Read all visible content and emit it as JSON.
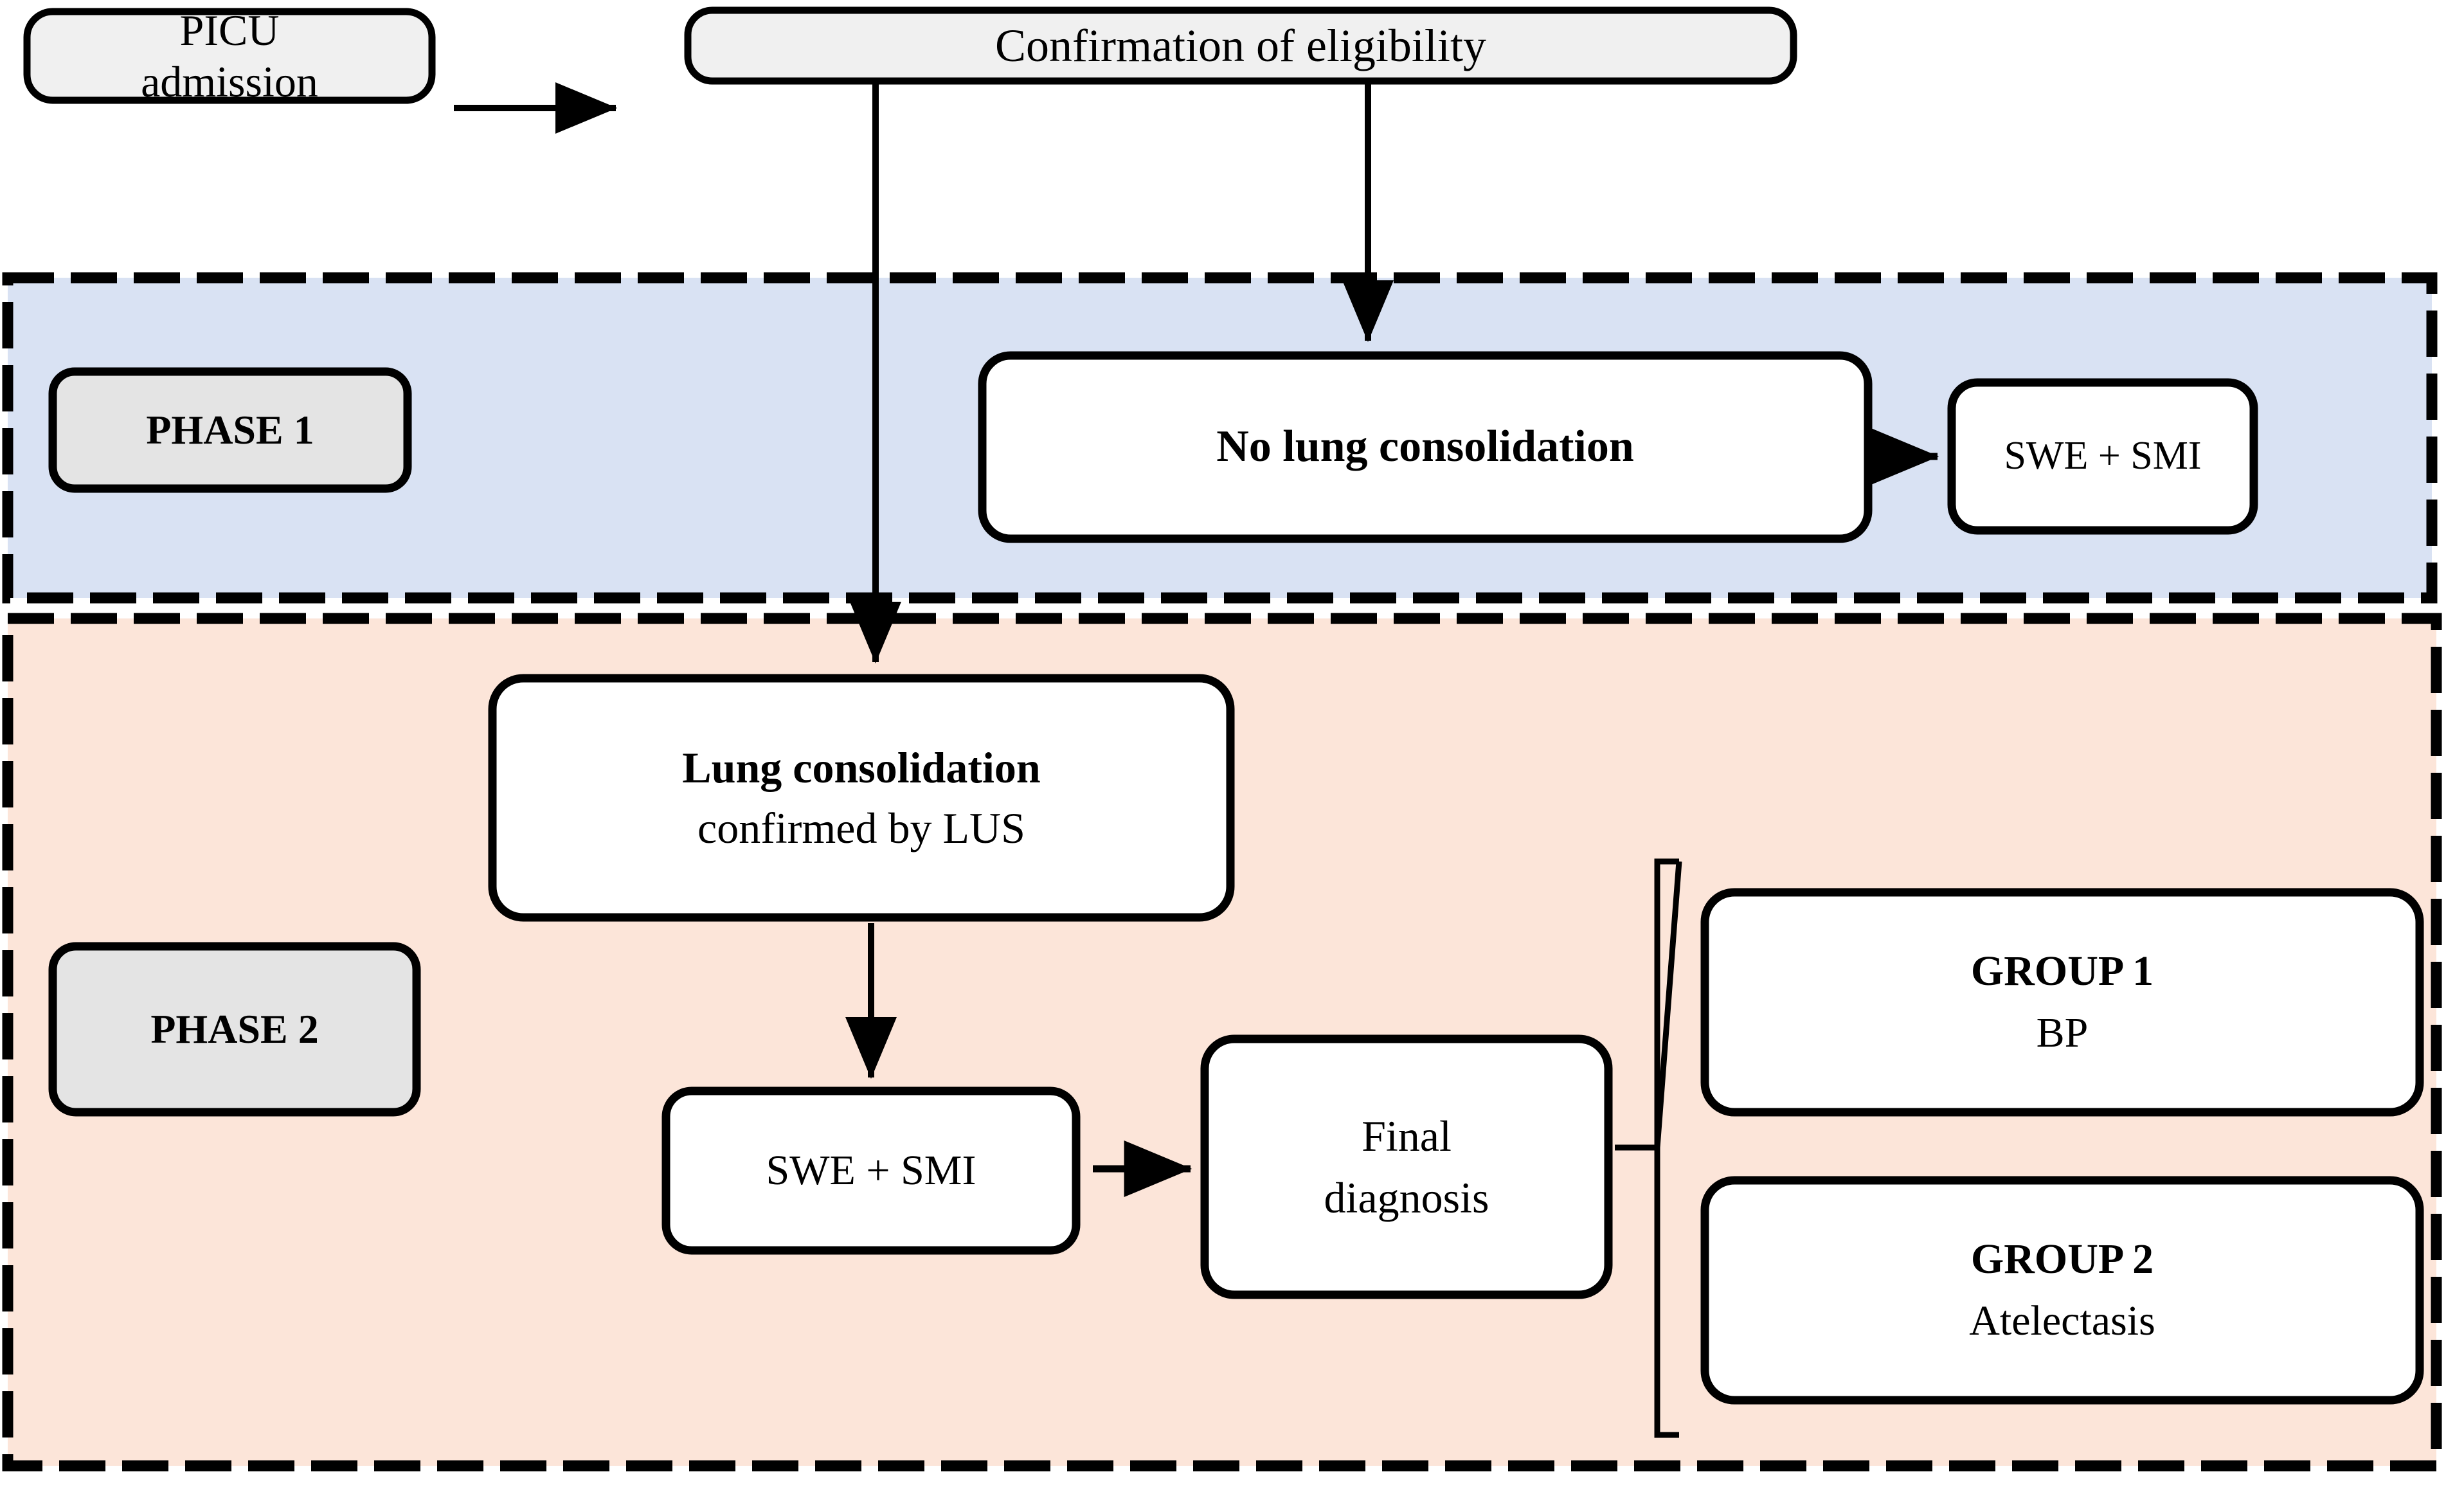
{
  "diagram": {
    "title": "Study protocol flow: PICU admission to final diagnosis",
    "colors": {
      "phase1_band": "#d9e2f3",
      "phase2_band": "#fce5d9",
      "grey_box": "#f0f0f0",
      "phase_tag_box": "#e4e4e4",
      "white_box": "#ffffff",
      "stroke": "#000000"
    }
  },
  "nodes": {
    "picu_admission": {
      "line1": "PICU",
      "line2": "admission"
    },
    "confirmation": {
      "line1": "Confirmation of eligibility"
    },
    "no_consolidation": {
      "line1": "No lung consolidation"
    },
    "swe_smi_phase1": {
      "line1": "SWE + SMI"
    },
    "lung_consolidation": {
      "line1": "Lung consolidation",
      "line2": "confirmed by LUS"
    },
    "swe_smi_phase2": {
      "line1": "SWE + SMI"
    },
    "final_diagnosis": {
      "line1": "Final",
      "line2": "diagnosis"
    },
    "group1": {
      "line1": "GROUP 1",
      "line2": "BP"
    },
    "group2": {
      "line1": "GROUP 2",
      "line2": "Atelectasis"
    }
  },
  "phases": {
    "phase1": {
      "label": "PHASE 1"
    },
    "phase2": {
      "label": "PHASE 2"
    }
  },
  "connectors": [
    {
      "name": "picu-to-confirmation",
      "type": "arrow",
      "direction": "right"
    },
    {
      "name": "confirmation-to-phase2-branch",
      "type": "arrow",
      "direction": "down"
    },
    {
      "name": "confirmation-to-no-consolidation",
      "type": "arrow",
      "direction": "down"
    },
    {
      "name": "no-consolidation-to-swe-smi",
      "type": "arrow",
      "direction": "right"
    },
    {
      "name": "lung-consolidation-to-swe-smi",
      "type": "arrow",
      "direction": "down"
    },
    {
      "name": "swe-smi-to-final-diagnosis",
      "type": "arrow",
      "direction": "right"
    },
    {
      "name": "final-diagnosis-group-brace",
      "type": "brace",
      "direction": "left"
    }
  ]
}
